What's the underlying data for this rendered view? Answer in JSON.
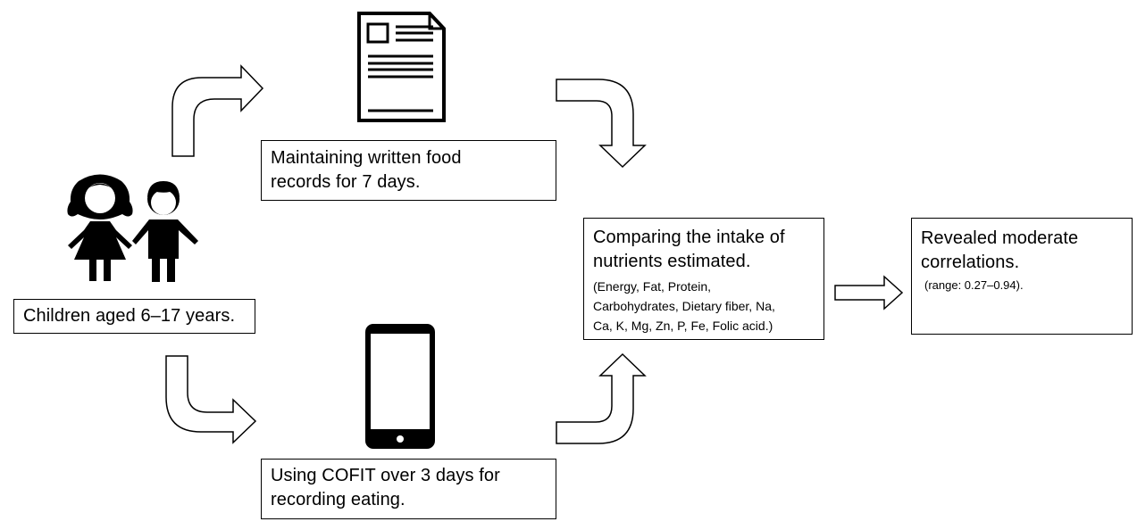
{
  "population": {
    "text": "Children aged 6–17 years."
  },
  "written_method": {
    "text_line1": "Maintaining written food",
    "text_line2": "records for 7 days."
  },
  "app_method": {
    "text_line1": "Using COFIT over 3 days for",
    "text_line2": "recording eating."
  },
  "comparison": {
    "title_line1": "Comparing the intake of",
    "title_line2": "nutrients estimated.",
    "detail_line1": "(Energy, Fat, Protein,",
    "detail_line2": "Carbohydrates, Dietary fiber, Na,",
    "detail_line3": "Ca, K, Mg, Zn, P, Fe, Folic acid.)"
  },
  "result": {
    "title_line1": "Revealed moderate",
    "title_line2": "correlations.",
    "detail": "(range: 0.27–0.94)."
  },
  "icons": [
    "children-icon",
    "document-icon",
    "smartphone-icon"
  ],
  "colors": {
    "stroke": "#000000",
    "fill": "#ffffff"
  }
}
